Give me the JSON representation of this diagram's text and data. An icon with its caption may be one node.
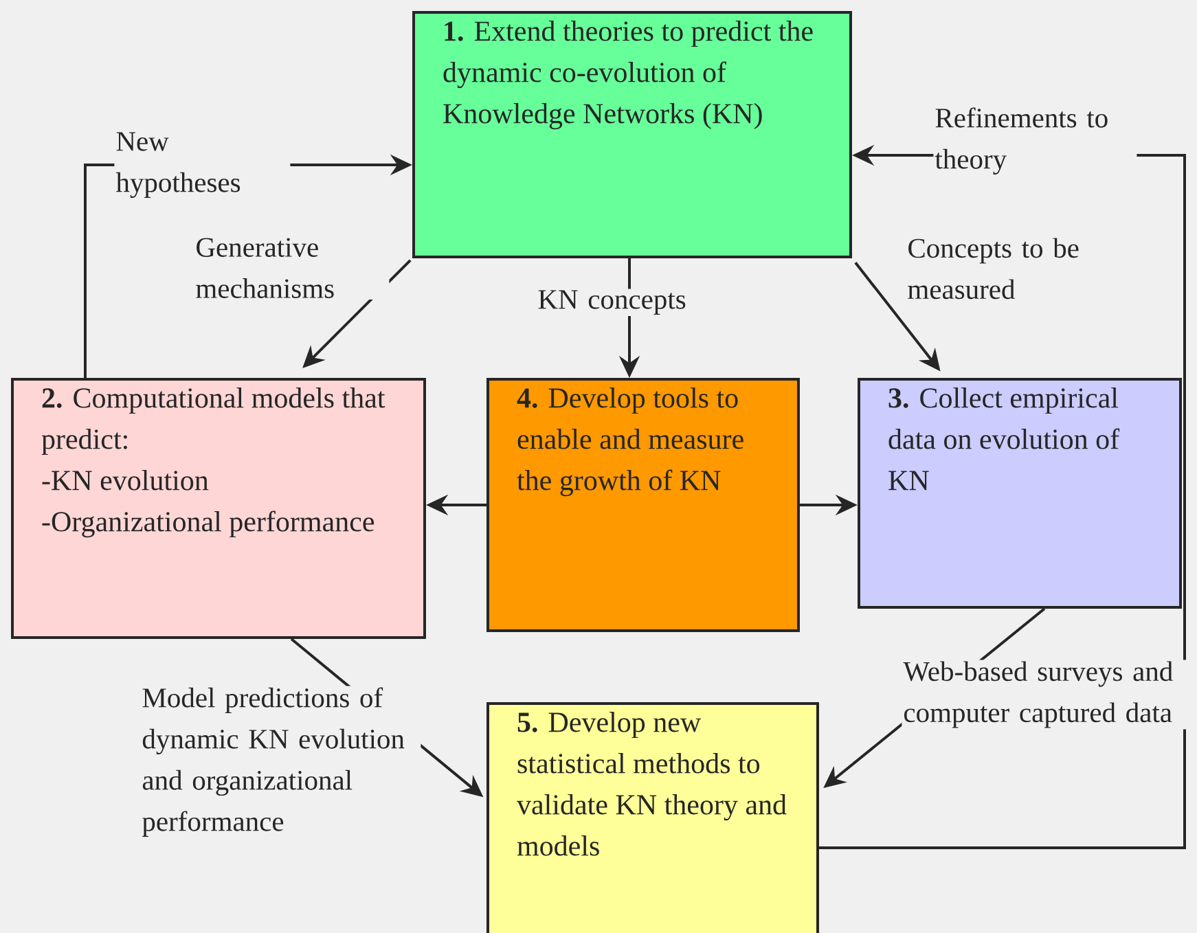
{
  "diagram": {
    "nodes": [
      {
        "text": [
          "**1.** Extend theories to predict the dynamic co-evolution of Knowledge Networks (KN)"
        ]
      },
      {
        "text": [
          "**2.** Computational models that predict:",
          "-KN evolution",
          "-Organizational performance"
        ]
      },
      {
        "text": [
          "**4.** Develop tools to enable and measure the growth of KN"
        ]
      },
      {
        "text": [
          "**3.** Collect empirical data on evolution of KN"
        ]
      },
      {
        "text": [
          "**5.** Develop new statistical methods to validate KN theory and models"
        ]
      }
    ],
    "edges": [
      {
        "from": 1,
        "to": 0,
        "arrow": "to",
        "label": "New hypotheses"
      },
      {
        "from": 0,
        "to": 1,
        "arrow": "to",
        "label": "Generative mechanisms"
      },
      {
        "from": 0,
        "to": 2,
        "arrow": "to",
        "label": "KN concepts"
      },
      {
        "from": 0,
        "to": 3,
        "arrow": "to",
        "label": "Concepts to be measured"
      },
      {
        "from": 2,
        "to": 1,
        "arrow": "to"
      },
      {
        "from": 2,
        "to": 3,
        "arrow": "to"
      },
      {
        "from": 3,
        "to": 4,
        "arrow": "to",
        "label": "Web-based surveys and computer captured data"
      },
      {
        "from": 1,
        "to": 4,
        "arrow": "to",
        "label": "Model predictions of dynamic KN evolution and organizational performance"
      },
      {
        "from": 4,
        "to": 0,
        "arrow": "to",
        "label": "Refinements to theory"
      }
    ]
  }
}
